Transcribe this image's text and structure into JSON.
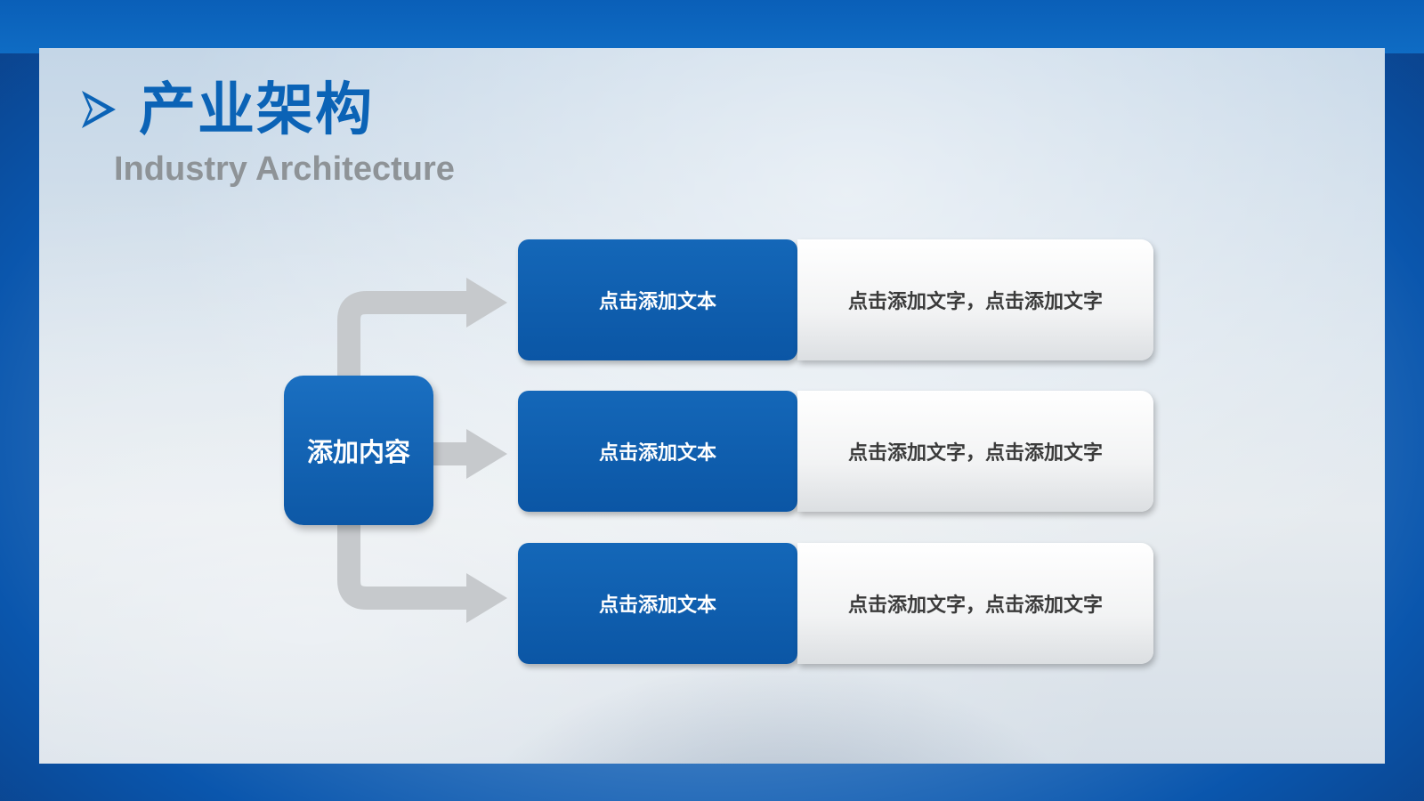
{
  "title": {
    "cn": "产业架构",
    "en": "Industry Architecture"
  },
  "source": {
    "label": "添加内容"
  },
  "rows": [
    {
      "label": "点击添加文本",
      "desc": "点击添加文字，点击添加文字"
    },
    {
      "label": "点击添加文本",
      "desc": "点击添加文字，点击添加文字"
    },
    {
      "label": "点击添加文本",
      "desc": "点击添加文字，点击添加文字"
    }
  ],
  "colors": {
    "brand_blue": "#0b63b6",
    "box_blue": "#0d58a6",
    "connector_gray": "#c6c9cc",
    "subtitle_gray": "#8e9397"
  },
  "icons": {
    "title_marker": "chevron-right-arrow-icon"
  }
}
